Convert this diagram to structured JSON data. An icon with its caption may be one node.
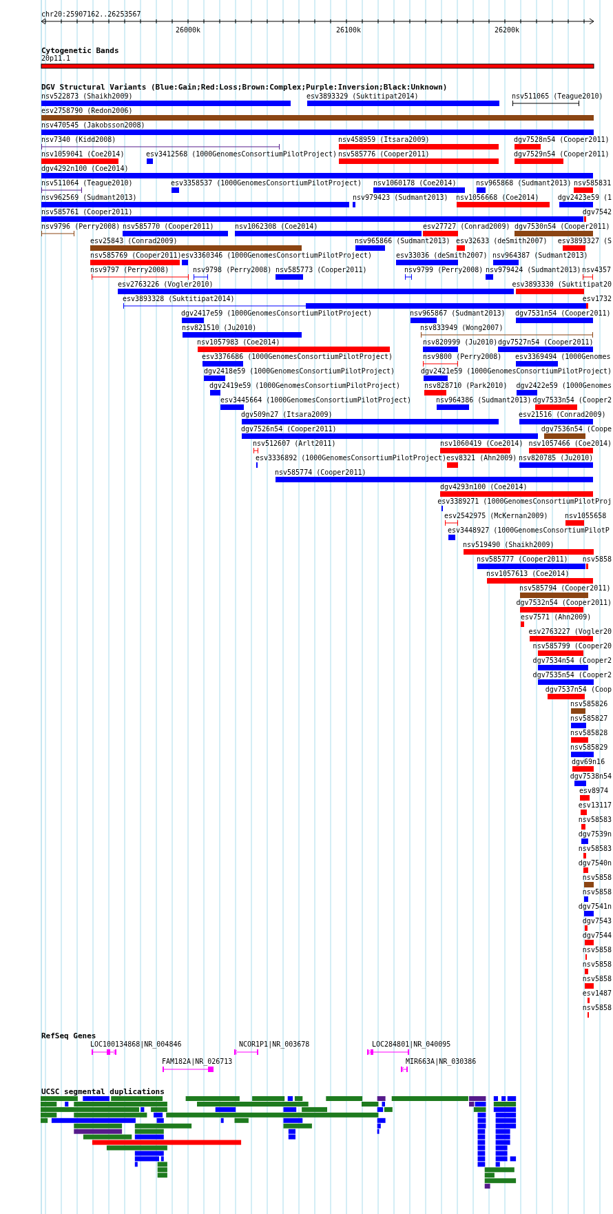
{
  "diagram": {
    "labels": [
      "chr20:25907162..26253567",
      "26000k",
      "26100k",
      "26200k",
      "Cytogenetic Bands",
      "20p11.1",
      "DGV Structural Variants (Blue:Gain;Red:Loss;Brown:Complex;Purple:Inversion;Black:Unknown)",
      "nsv522873 (Shaikh2009)",
      "esv3893329 (Suktitipat2014)",
      "nsv511065 (Teague2010)",
      "esv2758790 (Redon2006)",
      "nsv470545 (Jakobsson2008)",
      "nsv7340 (Kidd2008)",
      "nsv458959 (Itsara2009)",
      "dgv7528n54 (Cooper2011)",
      "nsv1059041 (Coe2014)",
      "esv3412568 (1000GenomesConsortiumPilotProject)",
      "nsv585776 (Cooper2011)",
      "dgv7529n54 (Cooper2011)",
      "dgv4292n100 (Coe2014)",
      "nsv511064 (Teague2010)",
      "esv3358537 (1000GenomesConsortiumPilotProject)",
      "nsv1060178 (Coe2014)",
      "nsv965868 (Sudmant2013)",
      "nsv585831",
      "nsv962569 (Sudmant2013)",
      "nsv979423 (Sudmant2013)",
      "nsv1056668 (Coe2014)",
      "dgv2423e59 (1",
      "nsv585761 (Cooper2011)",
      "dgv7542",
      "nsv9796 (Perry2008)",
      "nsv585770 (Cooper2011)",
      "nsv1062308 (Coe2014)",
      "esv27727 (Conrad2009)",
      "dgv7530n54 (Cooper2011)",
      "esv25843 (Conrad2009)",
      "nsv965866 (Sudmant2013)",
      "esv32633 (deSmith2007)",
      "esv3893327 (S",
      "nsv585769 (Cooper2011)",
      "esv3360346 (1000GenomesConsortiumPilotProject)",
      "esv33036 (deSmith2007)",
      "nsv964387 (Sudmant2013)",
      "nsv9797 (Perry2008)",
      "nsv9798 (Perry2008)",
      "nsv585773 (Cooper2011)",
      "nsv9799 (Perry2008)",
      "nsv979424 (Sudmant2013)",
      "nsv4357",
      "esv2763226 (Vogler2010)",
      "esv3893330 (Suktitipat20",
      "esv3893328 (Suktitipat2014)",
      "esv1732",
      "dgv2417e59 (1000GenomesConsortiumPilotProject)",
      "nsv965867 (Sudmant2013)",
      "dgv7531n54 (Cooper2011)",
      "nsv821510 (Ju2010)",
      "nsv833949 (Wong2007)",
      "nsv1057983 (Coe2014)",
      "nsv820999 (Ju2010)",
      "dgv7527n54 (Cooper2011)",
      "esv3376686 (1000GenomesConsortiumPilotProject)",
      "nsv9800 (Perry2008)",
      "esv3369494 (1000Genomes",
      "dgv2418e59 (1000GenomesConsortiumPilotProject)",
      "dgv2421e59 (1000GenomesConsortiumPilotProject)",
      "dgv2419e59 (1000GenomesConsortiumPilotProject)",
      "nsv828710 (Park2010)",
      "dgv2422e59 (1000Genomes",
      "esv3445664 (1000GenomesConsortiumPilotProject)",
      "nsv964386 (Sudmant2013)",
      "dgv7533n54 (Cooper2",
      "dgv509n27 (Itsara2009)",
      "esv21516 (Conrad2009)",
      "dgv7526n54 (Cooper2011)",
      "dgv7536n54 (Coope",
      "nsv512607 (Arlt2011)",
      "nsv1060419 (Coe2014)",
      "nsv1057466 (Coe2014)",
      "esv3336892 (1000GenomesConsortiumPilotProject)",
      "esv8321 (Ahn2009)",
      "nsv820785 (Ju2010)",
      "nsv585774 (Cooper2011)",
      "dgv4293n100 (Coe2014)",
      "esv3389271 (1000GenomesConsortiumPilotProj",
      "esv2542975 (McKernan2009)",
      "nsv1055658",
      "esv3448927 (1000GenomesConsortiumPilotP",
      "nsv519490 (Shaikh2009)",
      "nsv585777 (Cooper2011)",
      "nsv5858",
      "nsv1057613 (Coe2014)",
      "nsv585794 (Cooper2011)",
      "dgv7532n54 (Cooper2011)",
      "esv7571 (Ahn2009)",
      "esv2763227 (Vogler20",
      "nsv585799 (Cooper20",
      "dgv7534n54 (Cooper2",
      "dgv7535n54 (Cooper2",
      "dgv7537n54 (Coop",
      "nsv585826",
      "nsv585827",
      "nsv585828",
      "nsv585829",
      "dgv69n16",
      "dgv7538n54",
      "esv8974",
      "esv13117",
      "nsv58583",
      "dgv7539n",
      "nsv58583",
      "dgv7540n",
      "nsv5858",
      "nsv5858",
      "dgv7541n",
      "dgv7543",
      "dgv7544",
      "nsv5858",
      "nsv5858",
      "nsv5858",
      "esv1487",
      "nsv5858",
      "RefSeq Genes",
      "LOC100134868|NR_004846",
      "NCOR1P1|NR_003678",
      "LOC284801|NR_040095",
      "FAM182A|NR_026713",
      "MIR663A|NR_030386",
      "UCSC segmental duplications"
    ]
  }
}
